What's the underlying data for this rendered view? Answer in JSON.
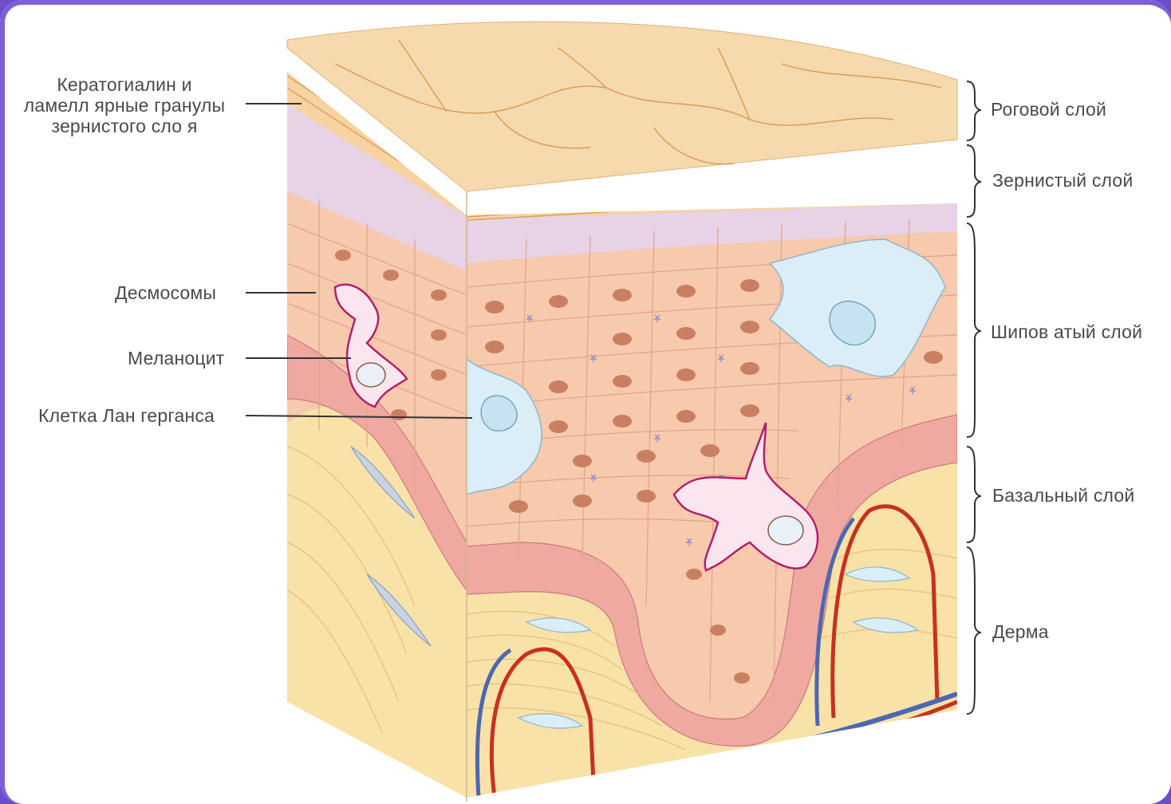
{
  "labels_left": {
    "keratohyalin": [
      "Кератогиалин и",
      "ламелл ярные гранулы",
      "зернистого сло я"
    ],
    "desmosomes": "Десмосомы",
    "melanocyte": "Меланоцит",
    "langerhans": "Клетка Лан герганса"
  },
  "labels_right": {
    "stratum_corneum": "Роговой слой",
    "stratum_granulosum": "Зернистый слой",
    "stratum_spinosum": "Шипов атый слой",
    "stratum_basale": "Базальный слой",
    "dermis": "Дерма"
  },
  "colors": {
    "frame": "#7b5fd6",
    "corneum": "#f6d9ad",
    "granulosum": "#e7d2e6",
    "spinosum": "#f7c9ad",
    "basale": "#f0a9a1",
    "dermis": "#f8e2a8",
    "nucleus": "#c98062",
    "melanocyte": "#b0206a",
    "langerhans": "#dbeef7",
    "artery": "#c8301f",
    "vein": "#4d68b0"
  }
}
